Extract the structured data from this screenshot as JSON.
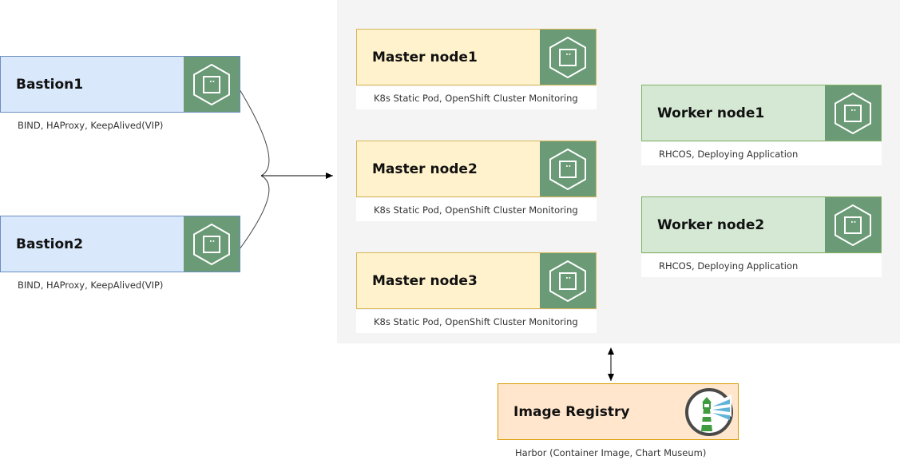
{
  "bastions": [
    {
      "title": "Bastion1",
      "caption": "BIND, HAProxy, KeepAlived(VIP)"
    },
    {
      "title": "Bastion2",
      "caption": "BIND, HAProxy, KeepAlived(VIP)"
    }
  ],
  "masters": [
    {
      "title": "Master node1",
      "caption": "K8s Static Pod, OpenShift Cluster Monitoring"
    },
    {
      "title": "Master node2",
      "caption": "K8s Static Pod, OpenShift Cluster Monitoring"
    },
    {
      "title": "Master node3",
      "caption": "K8s Static Pod, OpenShift Cluster Monitoring"
    }
  ],
  "workers": [
    {
      "title": "Worker node1",
      "caption": "RHCOS, Deploying Application"
    },
    {
      "title": "Worker node2",
      "caption": "RHCOS, Deploying Application"
    }
  ],
  "registry": {
    "title": "Image Registry",
    "caption": "Harbor (Container Image, Chart Museum)"
  },
  "colors": {
    "bastion_fill": "#dae8fc",
    "master_fill": "#fff2cc",
    "worker_fill": "#d5e8d4",
    "registry_fill": "#ffe6cc",
    "icon_fill": "#6a9a76",
    "cluster_bg": "#f4f4f4"
  },
  "icons": {
    "node": "hexagon-node-icon",
    "registry": "harbor-lighthouse-icon"
  }
}
